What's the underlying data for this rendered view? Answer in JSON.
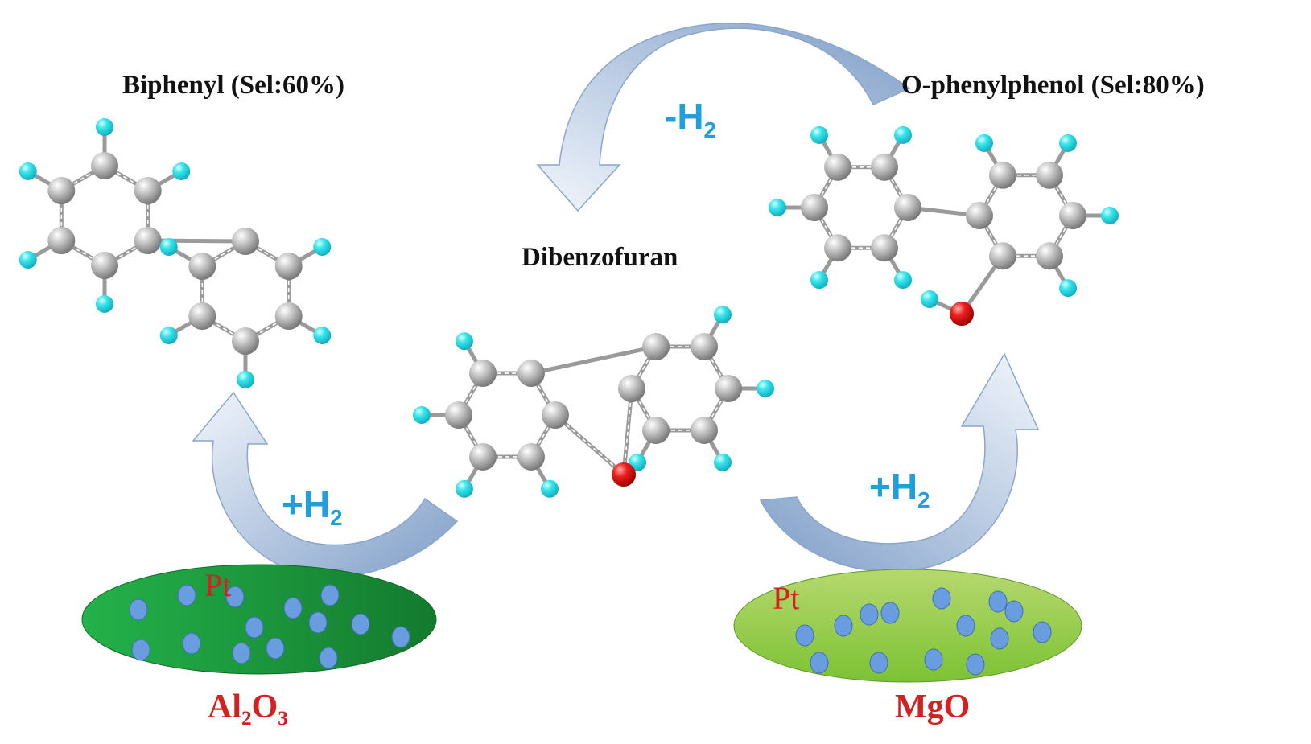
{
  "colors": {
    "carbon": "#a8a8a8",
    "hydrogen": "#29e0e6",
    "oxygen": "#e51818",
    "arrow": "#8aa6cc",
    "h2_text": "#1fa0de",
    "support_text": "#d42020",
    "pt_particle": "#6a9ce0",
    "al2o3_support": "#1f9a3e",
    "mgo_support": "#8bc840"
  },
  "molecules": {
    "biphenyl": {
      "label": "Biphenyl (Sel:60%)"
    },
    "dibenzofuran": {
      "label": "Dibenzofuran"
    },
    "ophenylphenol": {
      "label": "O-phenylphenol (Sel:80%)"
    }
  },
  "arrows": {
    "top": {
      "label_main": "-H",
      "label_sub": "2"
    },
    "left": {
      "label_main": "+H",
      "label_sub": "2"
    },
    "right": {
      "label_main": "+H",
      "label_sub": "2"
    }
  },
  "supports": {
    "left": {
      "metal": "Pt",
      "name_parts": [
        "Al",
        "2",
        "O",
        "3"
      ]
    },
    "right": {
      "metal": "Pt",
      "name": "MgO"
    }
  }
}
